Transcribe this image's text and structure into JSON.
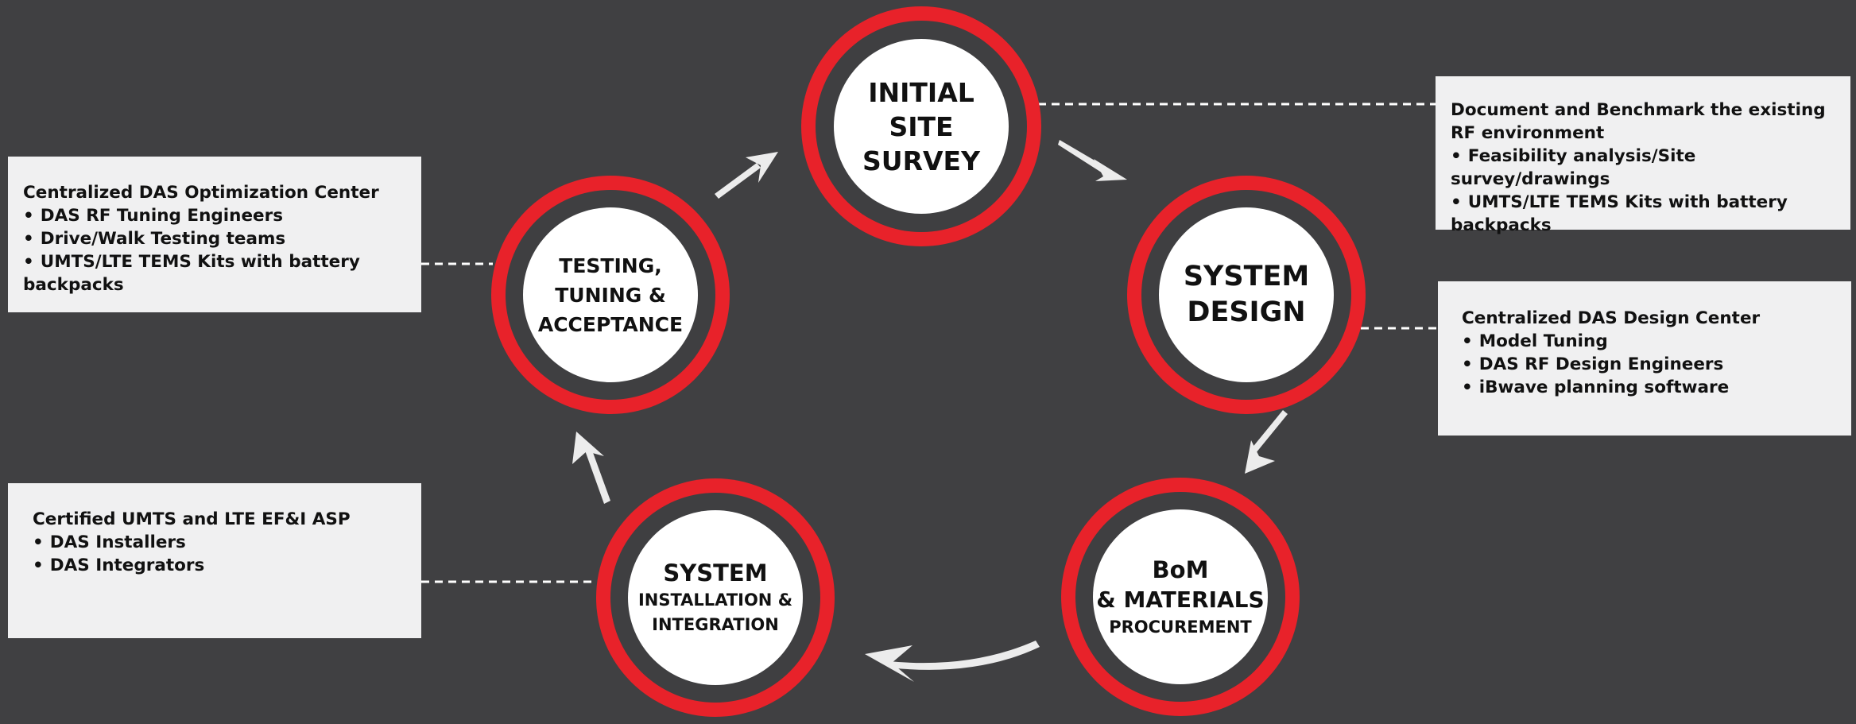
{
  "colors": {
    "background": "#404042",
    "ring": "#e8222a",
    "circle": "#ffffff",
    "box": "#f0f0f1",
    "arrow": "#ececec",
    "connector": "#ffffff"
  },
  "stages": {
    "survey": {
      "lines": [
        "INITIAL",
        "SITE",
        "SURVEY"
      ]
    },
    "design": {
      "lines": [
        "SYSTEM",
        "DESIGN"
      ]
    },
    "procurement": {
      "lines": [
        "BoM",
        "& MATERIALS",
        "PROCUREMENT"
      ]
    },
    "installation": {
      "lines": [
        "SYSTEM",
        "INSTALLATION &",
        "INTEGRATION"
      ]
    },
    "testing": {
      "lines": [
        "TESTING,",
        "TUNING &",
        "ACCEPTANCE"
      ]
    }
  },
  "details": {
    "survey": {
      "title": "Document and Benchmark the existing RF environment",
      "items": [
        "Feasibility analysis/Site survey/drawings",
        "UMTS/LTE TEMS Kits with battery backpacks"
      ]
    },
    "design": {
      "title": "Centralized DAS Design Center",
      "items": [
        "Model Tuning",
        "DAS RF Design Engineers",
        "iBwave planning software"
      ]
    },
    "installation": {
      "title": "Certified UMTS and LTE EF&I ASP",
      "items": [
        "DAS Installers",
        "DAS Integrators"
      ]
    },
    "testing": {
      "title": "Centralized DAS Optimization Center",
      "items": [
        "DAS RF Tuning Engineers",
        "Drive/Walk Testing teams",
        "UMTS/LTE TEMS Kits with battery backpacks"
      ]
    }
  }
}
